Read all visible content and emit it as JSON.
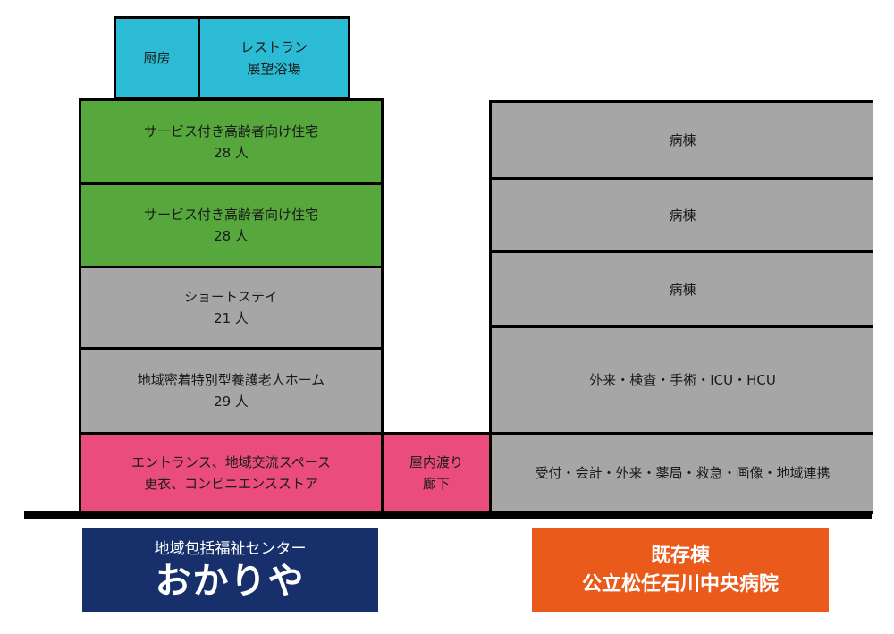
{
  "facility": {
    "rooftop": {
      "kitchen": "厨房",
      "restaurant_line1": "レストラン",
      "restaurant_line2": "展望浴場"
    },
    "floors": [
      {
        "name": "サービス付き高齢者向け住宅",
        "capacity": "28 人"
      },
      {
        "name": "サービス付き高齢者向け住宅",
        "capacity": "28 人"
      },
      {
        "name": "ショートステイ",
        "capacity": "21 人"
      },
      {
        "name": "地域密着特別型養護老人ホーム",
        "capacity": "29 人"
      },
      {
        "name": "エントランス、地域交流スペース",
        "capacity": "更衣、コンビニエンスストア"
      }
    ],
    "corridor_line1": "屋内渡り",
    "corridor_line2": "廊下",
    "label_sub": "地域包括福祉センター",
    "label_main": "おかりや"
  },
  "hospital": {
    "floors": [
      "病棟",
      "病棟",
      "病棟",
      "外来・検査・手術・ICU・HCU",
      "受付・会計・外来・薬局・救急・画像・地域連携"
    ],
    "label_line1": "既存棟",
    "label_line2": "公立松任石川中央病院"
  },
  "colors": {
    "rooftop": "#2bbbd4",
    "residential": "#56a83c",
    "care": "#a6a6a6",
    "ground_floor": "#e94c7d",
    "center_label": "#17306b",
    "hospital_label": "#ea5a1b"
  }
}
